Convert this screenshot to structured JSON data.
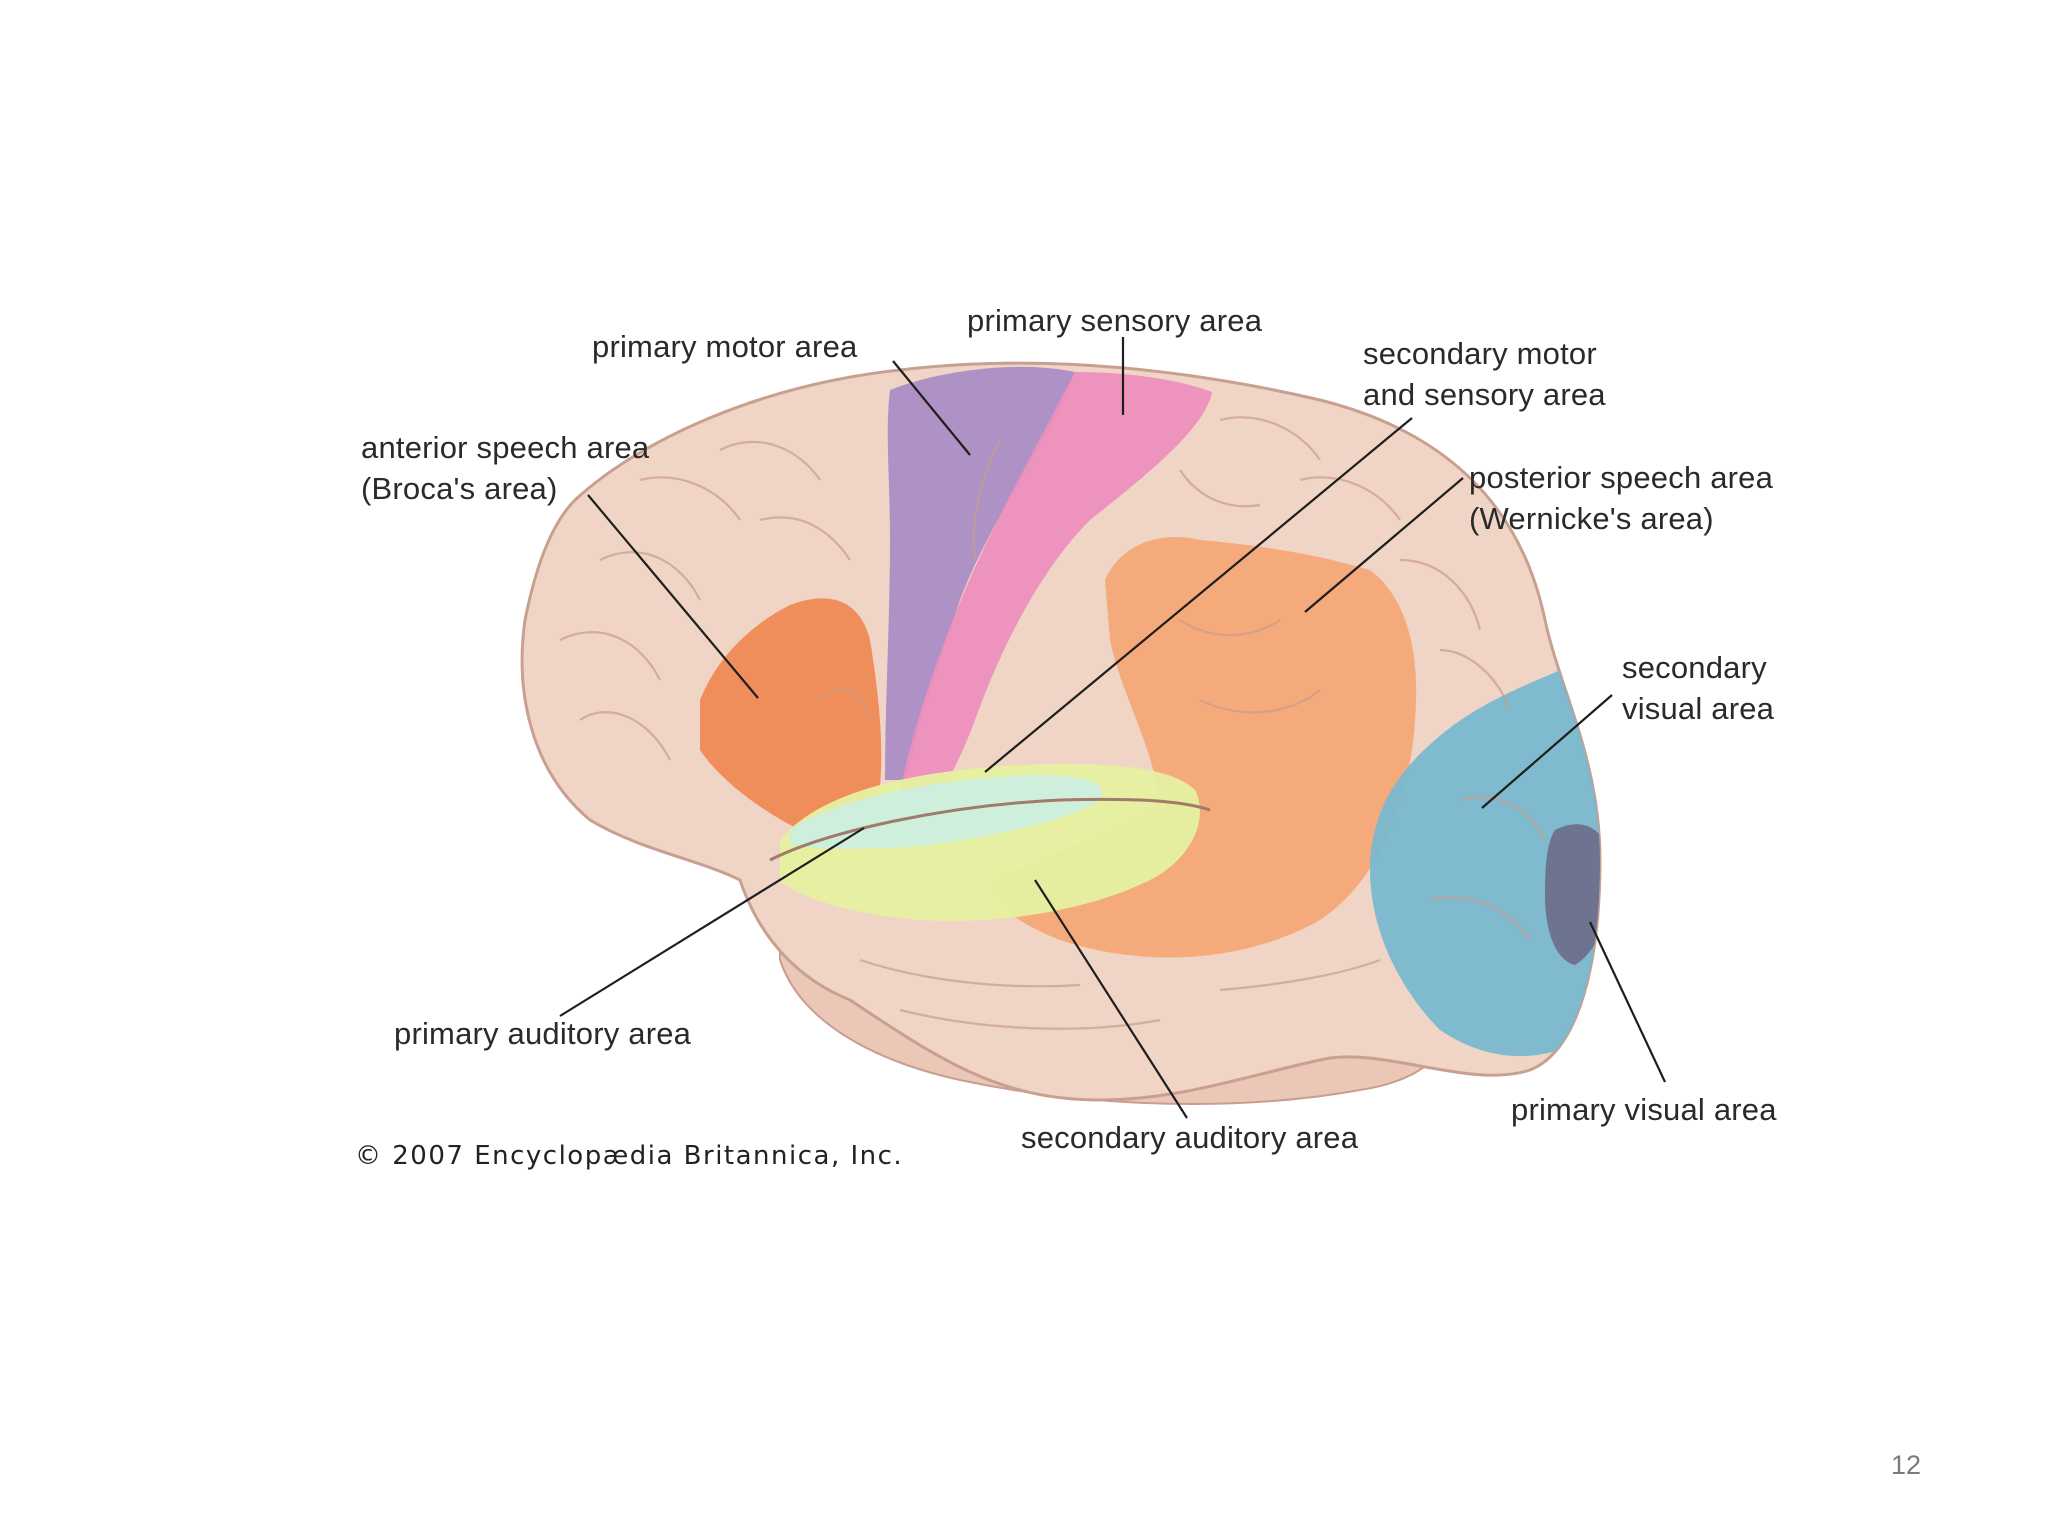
{
  "labels": {
    "primary_motor": "primary motor area",
    "primary_sensory": "primary sensory area",
    "secondary_motor_line1": "secondary motor",
    "secondary_motor_line2": "and sensory area",
    "anterior_speech_line1": "anterior speech area",
    "anterior_speech_line2": "(Broca's area)",
    "posterior_speech_line1": "posterior speech area",
    "posterior_speech_line2": "(Wernicke's area)",
    "secondary_visual_line1": "secondary",
    "secondary_visual_line2": "visual area",
    "primary_auditory": "primary auditory area",
    "secondary_auditory": "secondary auditory area",
    "primary_visual": "primary visual area"
  },
  "copyright": "© 2007 Encyclopædia Britannica, Inc.",
  "page_number": "12",
  "colors": {
    "cortex": "#f0d2c4",
    "primary_motor": "#a98cc4",
    "primary_sensory": "#e98db8",
    "broca": "#ef8a55",
    "wernicke": "#f4a878",
    "primary_auditory": "#cdeee0",
    "secondary_auditory": "#e6f0a0",
    "secondary_visual": "#79b8d0",
    "primary_visual": "#6d6f8c"
  }
}
